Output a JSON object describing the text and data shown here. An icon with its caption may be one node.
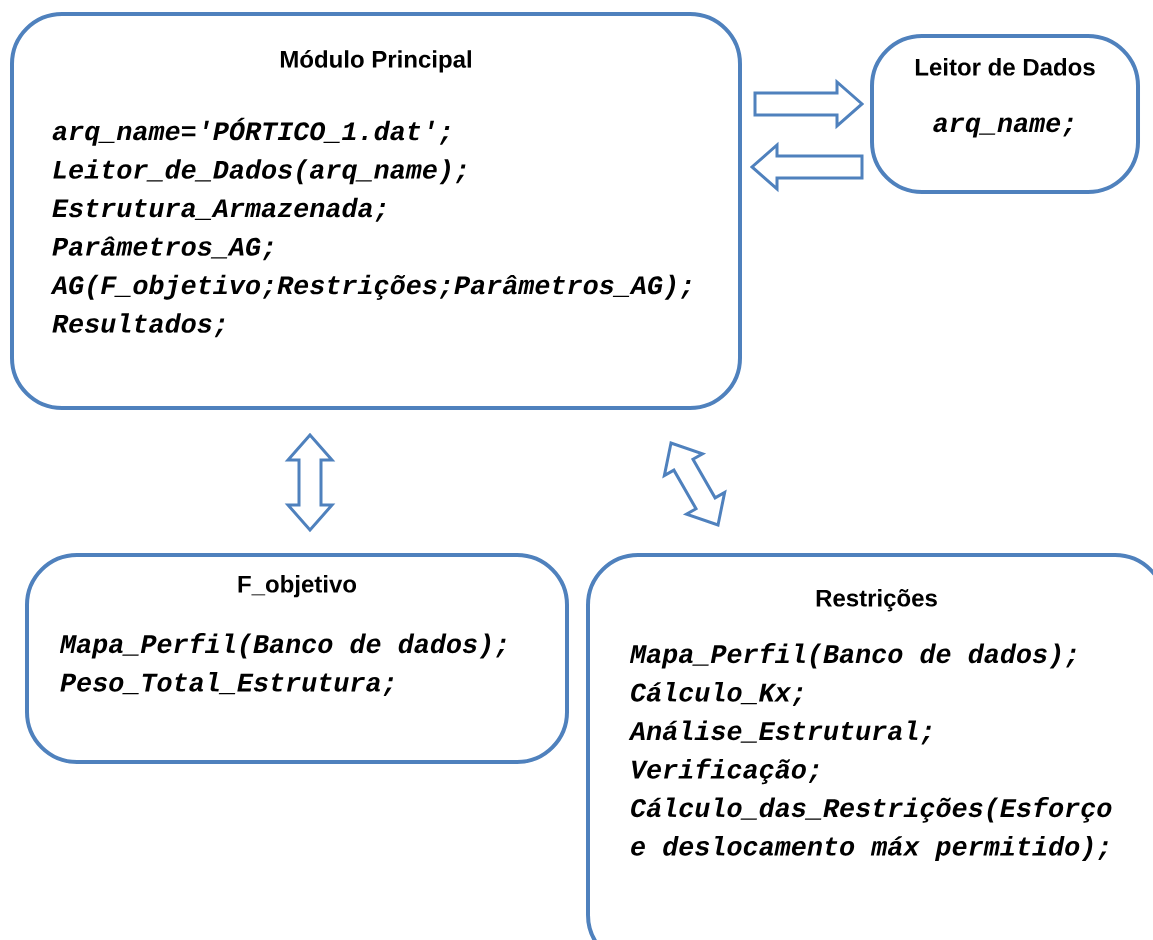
{
  "diagram": {
    "nodes": [
      {
        "text": [
          "Módulo Principal",
          "arq_name='PÓRTICO_1.dat';",
          "Leitor_de_Dados(arq_name);",
          "Estrutura_Armazenada;",
          "Parâmetros_AG;",
          "AG(F_objetivo;Restrições;Parâmetros_AG);",
          "Resultados;"
        ]
      },
      {
        "text": [
          "Leitor de Dados",
          "arq_name;"
        ]
      },
      {
        "text": [
          "F_objetivo",
          "Mapa_Perfil(Banco de dados);",
          "Peso_Total_Estrutura;"
        ]
      },
      {
        "text": [
          "Restrições",
          "Mapa_Perfil(Banco de dados);",
          "Cálculo_Kx;",
          "Análise_Estrutural;",
          "Verificação;",
          "Cálculo_das_Restrições(Esforço e deslocamento máx permitido);"
        ]
      }
    ],
    "edges": [
      {
        "from": 0,
        "to": 1,
        "arrow": "to"
      },
      {
        "from": 1,
        "to": 0,
        "arrow": "to"
      },
      {
        "from": 0,
        "to": 2,
        "arrow": "both"
      },
      {
        "from": 0,
        "to": 3,
        "arrow": "both"
      }
    ]
  }
}
